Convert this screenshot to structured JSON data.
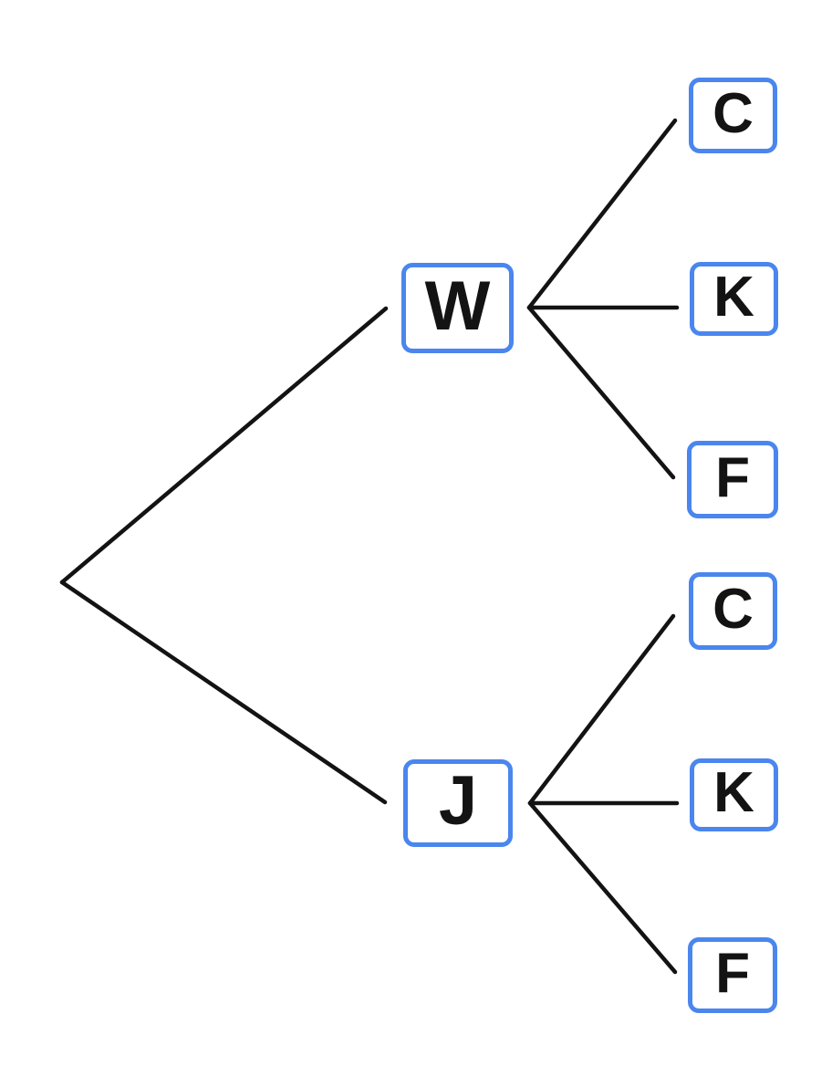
{
  "diagram": {
    "type": "tree",
    "orientation": "left-to-right",
    "accent_color": "#4a86ee",
    "line_color": "#131313",
    "text_color": "#131313",
    "background": "#ffffff",
    "branches": [
      {
        "label": "W",
        "children": [
          {
            "label": "C"
          },
          {
            "label": "K"
          },
          {
            "label": "F"
          }
        ]
      },
      {
        "label": "J",
        "children": [
          {
            "label": "C"
          },
          {
            "label": "K"
          },
          {
            "label": "F"
          }
        ]
      }
    ]
  }
}
